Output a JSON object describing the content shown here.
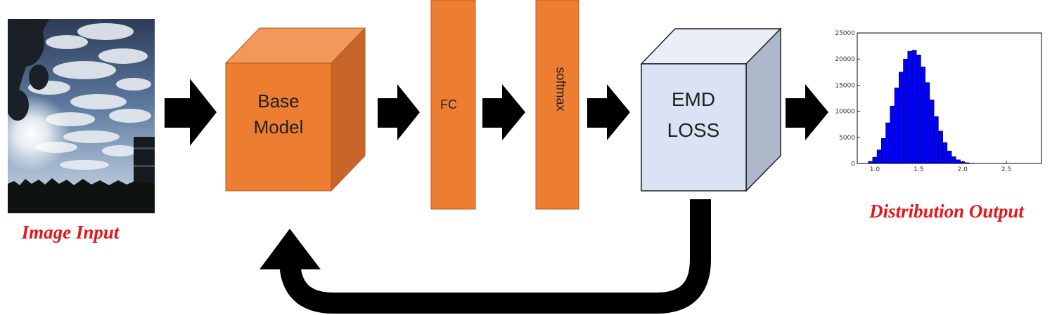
{
  "diagram": {
    "image_input_label": "Image Input",
    "distribution_output_label": "Distribution Output",
    "base_model_line1": "Base",
    "base_model_line2": "Model",
    "fc_label": "FC",
    "softmax_label": "softmax",
    "emd_line1": "EMD",
    "emd_line2": "LOSS"
  },
  "colors": {
    "orange_front": "#ed7d31",
    "orange_top": "#f0995b",
    "orange_side": "#c8662a",
    "loss_front": "#dae3f3",
    "loss_top": "#e9eef8",
    "loss_side": "#adb9ca",
    "arrow": "#000000",
    "label_red": "#e8141b",
    "histogram_bar": "#0000ff"
  },
  "chart_data": {
    "type": "bar",
    "x": [
      0.95,
      1.0,
      1.05,
      1.1,
      1.15,
      1.2,
      1.25,
      1.3,
      1.35,
      1.4,
      1.45,
      1.5,
      1.55,
      1.6,
      1.65,
      1.7,
      1.75,
      1.8,
      1.85,
      1.9,
      1.95,
      2.0,
      2.05,
      2.1,
      2.15
    ],
    "values": [
      400,
      1200,
      2600,
      4800,
      7800,
      11000,
      14500,
      17500,
      20000,
      21500,
      21700,
      20800,
      18500,
      15500,
      12200,
      9000,
      6200,
      4000,
      2400,
      1300,
      700,
      350,
      150,
      60,
      20
    ],
    "xticks": [
      "1.0",
      "1.5",
      "2.0",
      "2.5"
    ],
    "yticks": [
      "0",
      "5000",
      "10000",
      "15000",
      "20000",
      "25000"
    ],
    "xlim": [
      0.8,
      2.9
    ],
    "ylim": [
      0,
      25000
    ]
  }
}
